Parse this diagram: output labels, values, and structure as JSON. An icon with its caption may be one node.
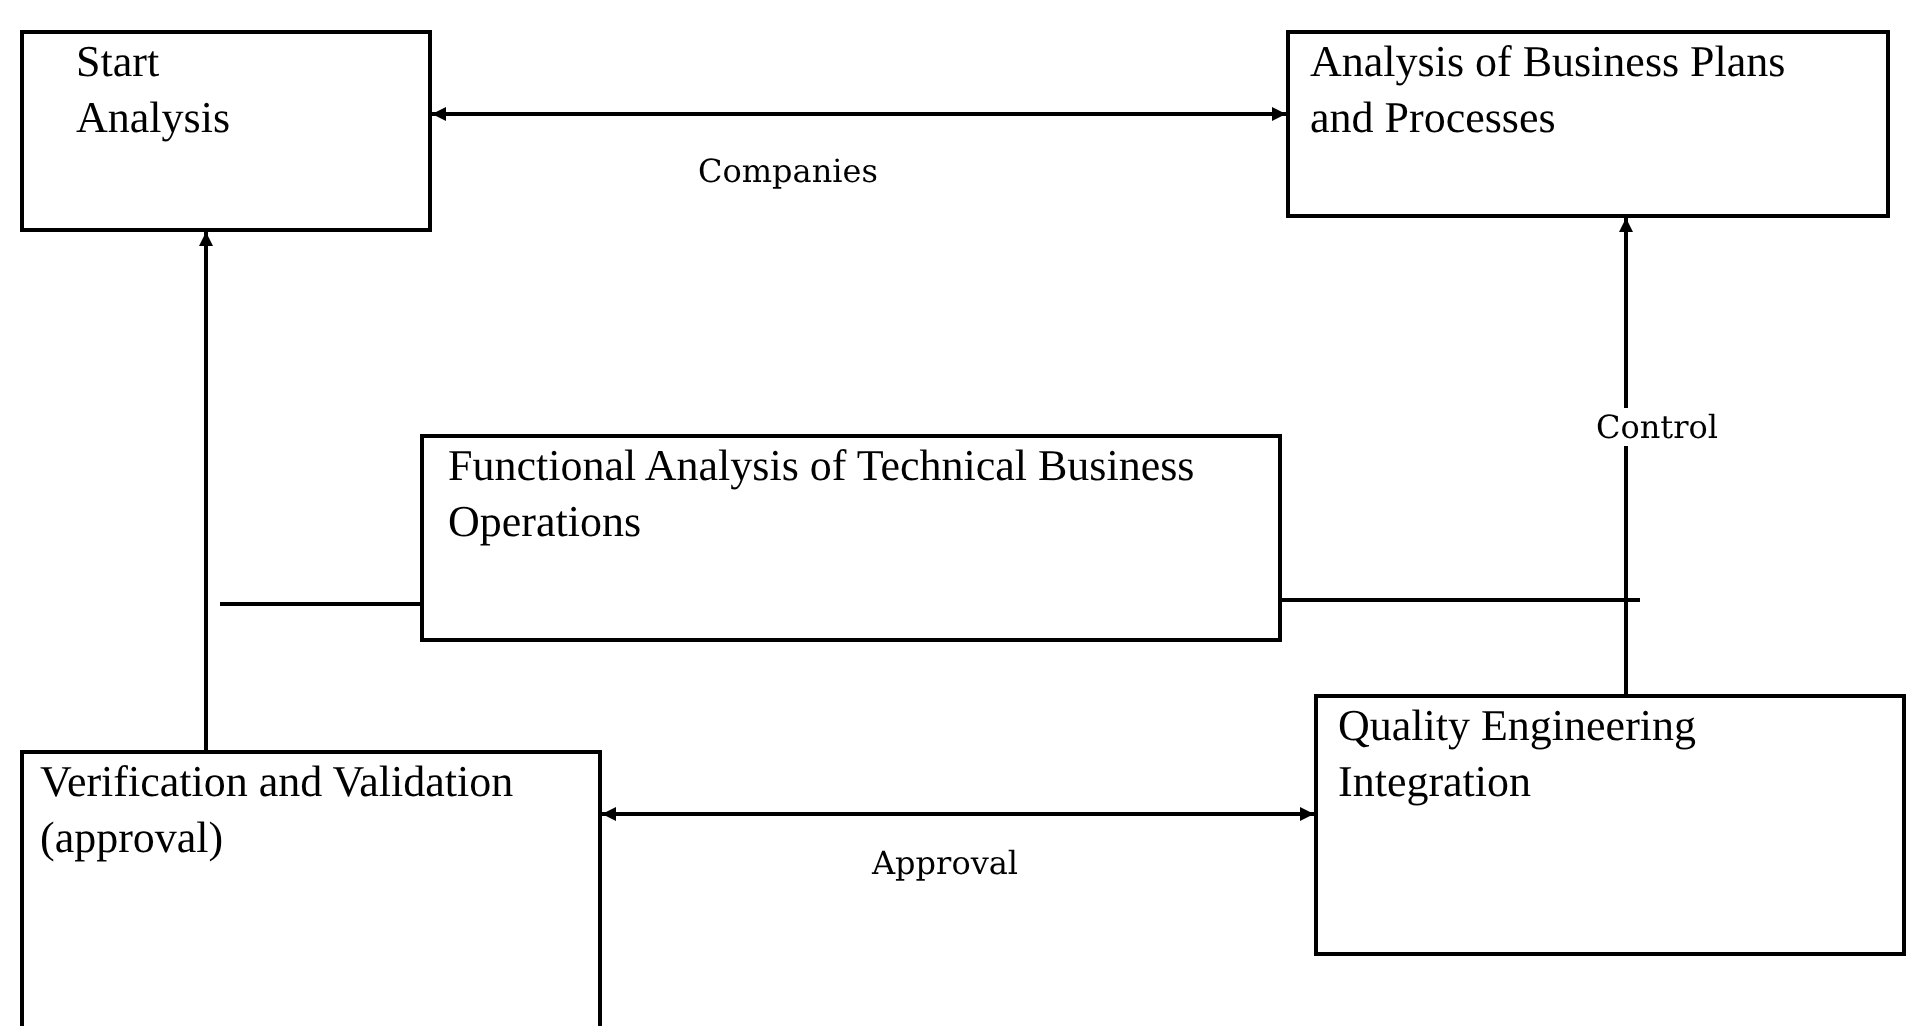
{
  "diagram": {
    "nodes": [
      {
        "text": [
          "Start Analysis"
        ]
      },
      {
        "text": [
          "Analysis of Business Plans and Processes"
        ]
      },
      {
        "text": [
          "Functional Analysis of Technical Business Operations"
        ]
      },
      {
        "text": [
          "Quality Engineering Integration"
        ]
      },
      {
        "text": [
          "Verification and Validation (approval)"
        ]
      }
    ],
    "edges": [
      {
        "from": 0,
        "to": 1,
        "arrow": "both",
        "label": "Companies"
      },
      {
        "from": 4,
        "to": 0,
        "arrow": "to"
      },
      {
        "from": 3,
        "to": 1,
        "arrow": "to",
        "label": "Control"
      },
      {
        "from": 4,
        "to": 3,
        "arrow": "both",
        "label": "Approval"
      },
      {
        "from": 2,
        "to": null,
        "arrow": "none"
      },
      {
        "from": 2,
        "to": null,
        "arrow": "none"
      }
    ]
  }
}
